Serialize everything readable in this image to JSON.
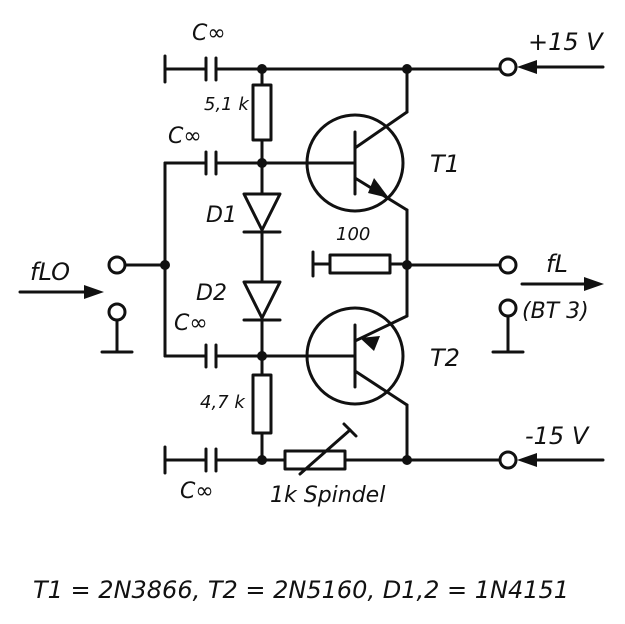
{
  "labels": {
    "c_top": "C∞",
    "c_upper_base": "C∞",
    "c_lower_base": "C∞",
    "c_bottom": "C∞",
    "r_top": "5,1 k",
    "r_bottom": "4,7 k",
    "r_emitter": "100",
    "pot": "1k Spindel",
    "d1": "D1",
    "d2": "D2",
    "t1": "T1",
    "t2": "T2",
    "v_pos": "+15 V",
    "v_neg": "-15 V",
    "input_label": "fLO",
    "output_label": "fL",
    "output_note": "(BT 3)"
  },
  "footer": "T1 = 2N3866,  T2 = 2N5160,  D1,2 = 1N4151"
}
